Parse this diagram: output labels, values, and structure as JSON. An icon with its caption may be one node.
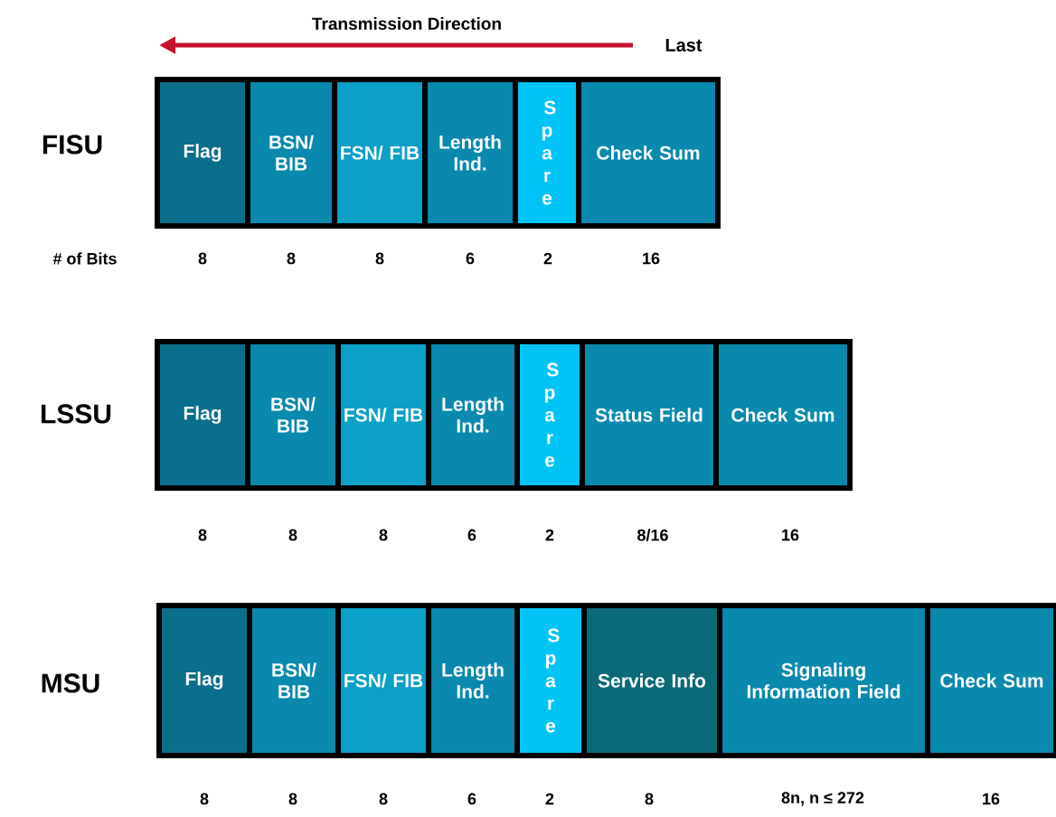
{
  "diagram": {
    "nodes": [
      {
        "text": [
          "Flag"
        ]
      },
      {
        "text": [
          "BSN/ BIB"
        ]
      },
      {
        "text": [
          "FSN/ FIB"
        ]
      },
      {
        "text": [
          "Length Ind."
        ]
      },
      {
        "text": [
          "Spare"
        ]
      },
      {
        "text": [
          "Check Sum"
        ]
      },
      {
        "text": [
          "Flag"
        ]
      },
      {
        "text": [
          "BSN/ BIB"
        ]
      },
      {
        "text": [
          "FSN/ FIB"
        ]
      },
      {
        "text": [
          "Length Ind."
        ]
      },
      {
        "text": [
          "Spare"
        ]
      },
      {
        "text": [
          "Status Field"
        ]
      },
      {
        "text": [
          "Check Sum"
        ]
      },
      {
        "text": [
          "Flag"
        ]
      },
      {
        "text": [
          "BSN/ BIB"
        ]
      },
      {
        "text": [
          "FSN/ FIB"
        ]
      },
      {
        "text": [
          "Length Ind."
        ]
      },
      {
        "text": [
          "Spare"
        ]
      },
      {
        "text": [
          "Service Info"
        ]
      },
      {
        "text": [
          "Signaling Information Field"
        ]
      },
      {
        "text": [
          "Check Sum"
        ]
      }
    ],
    "labels": [
      "Transmission Direction",
      "Last",
      "FISU",
      "# of Bits",
      "8",
      "8",
      "8",
      "6",
      "2",
      "16",
      "LSSU",
      "8",
      "8",
      "8",
      "6",
      "2",
      "8/16",
      "16",
      "MSU",
      "8",
      "8",
      "8",
      "6",
      "2",
      "8",
      "8n, n ≤ 272",
      "16"
    ]
  }
}
